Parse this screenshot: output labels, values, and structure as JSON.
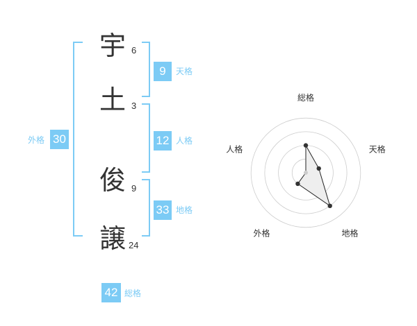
{
  "name": {
    "chars": [
      {
        "char": "宇",
        "strokes": "6"
      },
      {
        "char": "土",
        "strokes": "3"
      },
      {
        "char": "俊",
        "strokes": "9"
      },
      {
        "char": "譲",
        "strokes": "24"
      }
    ]
  },
  "fortunes": {
    "ten": {
      "value": "9",
      "label": "天格"
    },
    "jin": {
      "value": "12",
      "label": "人格"
    },
    "chi": {
      "value": "33",
      "label": "地格"
    },
    "gai": {
      "value": "30",
      "label": "外格"
    },
    "sou": {
      "value": "42",
      "label": "総格"
    }
  },
  "colors": {
    "accent": "#7ccbf5",
    "text": "#333333",
    "grid": "#cccccc",
    "fill": "#eeeeee"
  },
  "chart_data": {
    "type": "radar",
    "axes": [
      "総格",
      "天格",
      "地格",
      "外格",
      "人格"
    ],
    "levels": 4,
    "range": [
      0,
      4
    ],
    "values": [
      2,
      1,
      3,
      1,
      0
    ]
  }
}
